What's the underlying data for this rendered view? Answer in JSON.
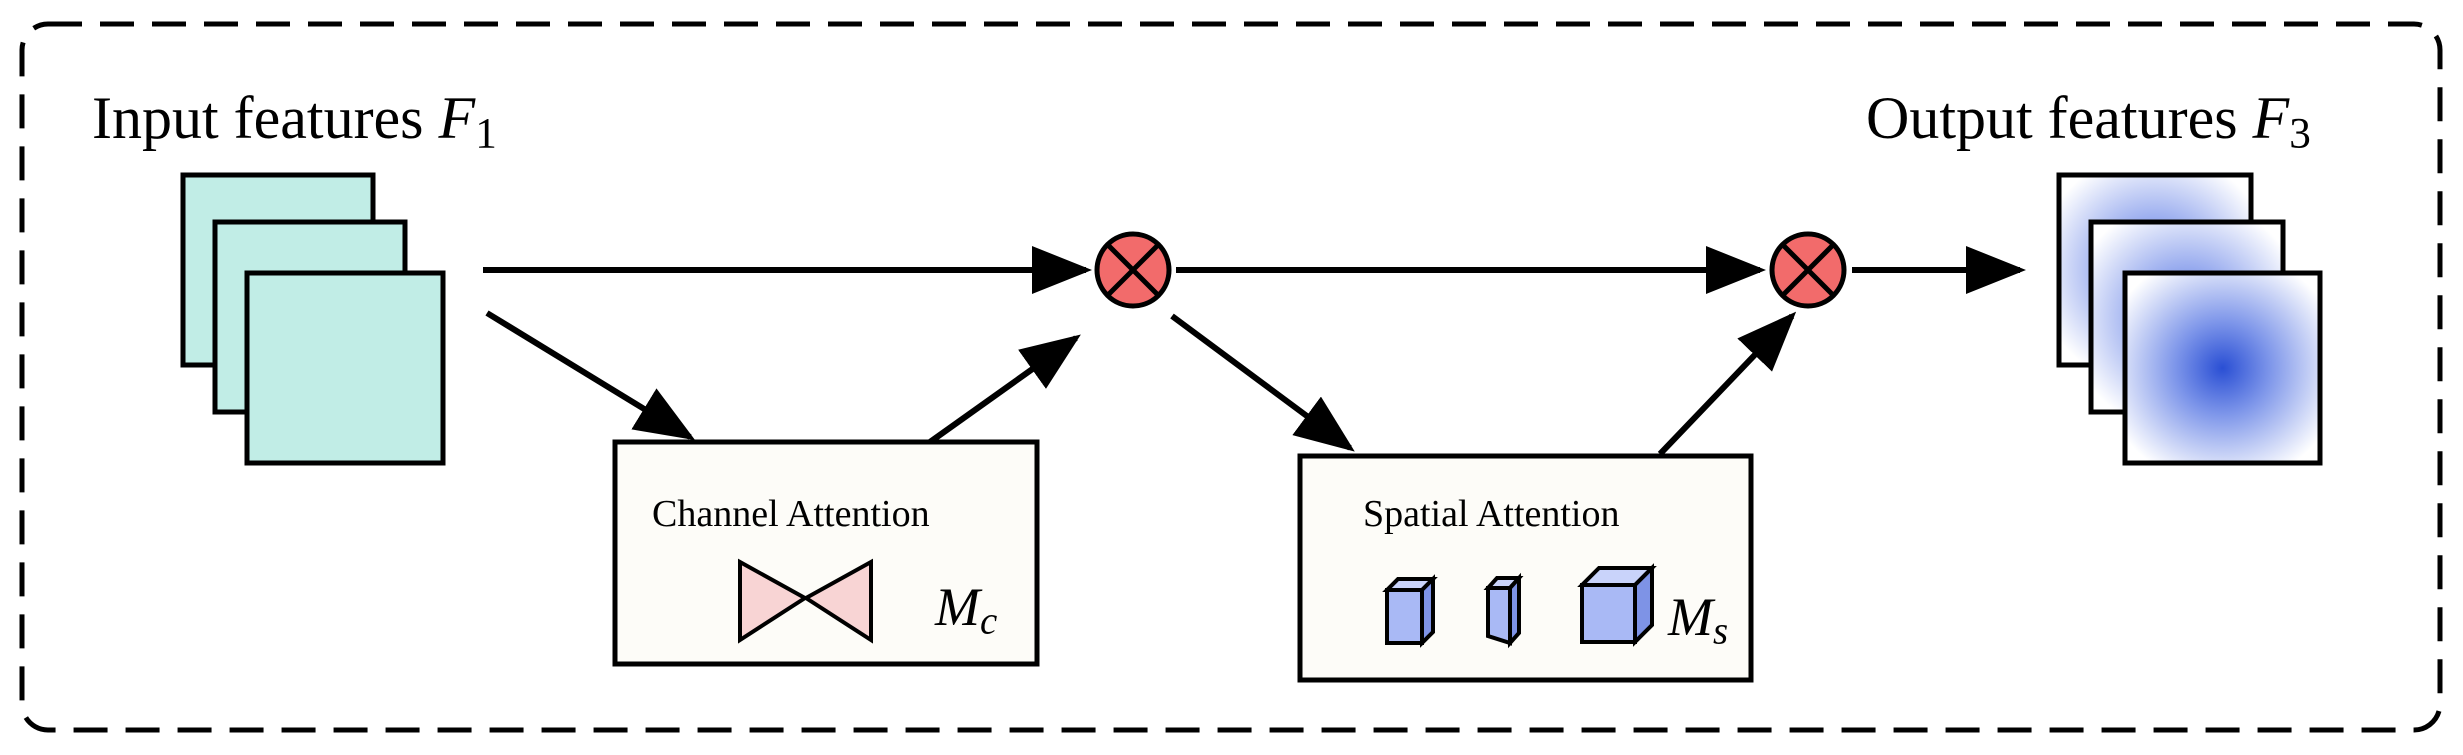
{
  "input": {
    "prefix": "Input features ",
    "symbol": "F",
    "subscript": "1"
  },
  "output": {
    "prefix": "Output features ",
    "symbol": "F",
    "subscript": "3"
  },
  "channel_attention": {
    "title": "Channel Attention",
    "symbol": "M",
    "subscript": "c"
  },
  "spatial_attention": {
    "title": "Spatial Attention",
    "symbol": "M",
    "subscript": "s"
  },
  "colors": {
    "input_fill": "#c1ede6",
    "output_center": "#2a4fd4",
    "multiply_fill": "#f26b6b",
    "channel_icon_fill": "#f8d4d4",
    "spatial_icon_fill": "#a9b9f5",
    "module_box_fill": "#fdfcf8",
    "stroke": "#000000"
  }
}
